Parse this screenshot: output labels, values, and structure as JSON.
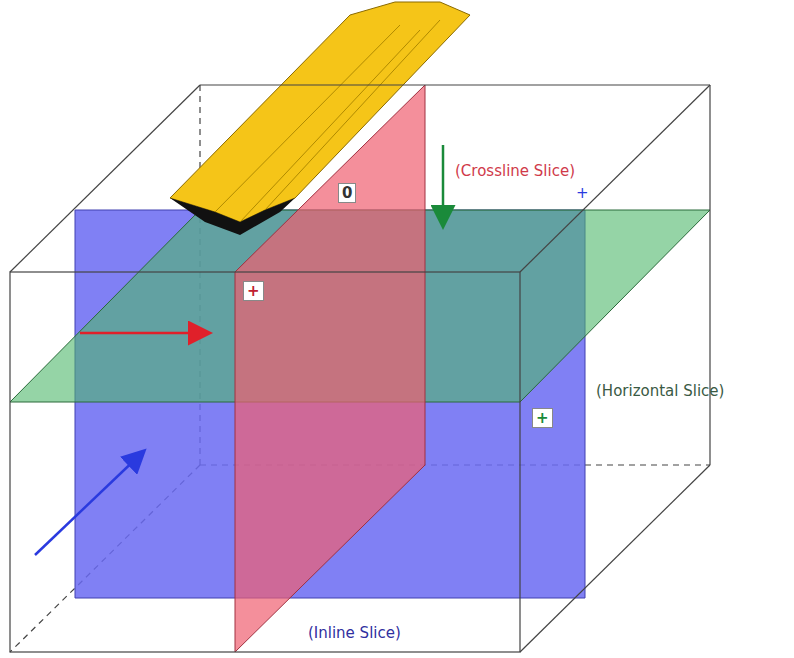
{
  "diagram": {
    "labels": [
      "(Crossline Slice)",
      "0",
      "+",
      "(Horizontal Slice)",
      "+",
      "+",
      "(Inline Slice)"
    ]
  }
}
